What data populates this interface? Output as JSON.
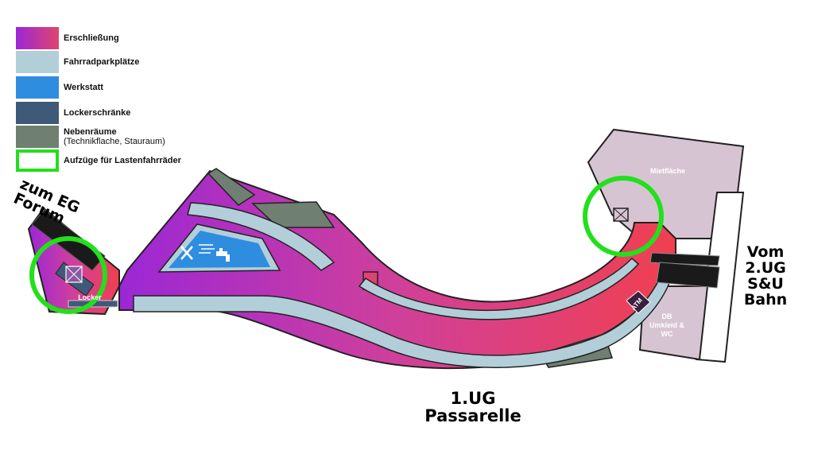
{
  "legend": {
    "items": [
      {
        "label": "Erschließung",
        "sub": ""
      },
      {
        "label": "Fahrradparkplätze",
        "sub": ""
      },
      {
        "label": "Werkstatt",
        "sub": ""
      },
      {
        "label": "Lockerschränke",
        "sub": ""
      },
      {
        "label": "Nebenräume",
        "sub": "(Technikflache, Stauraum)"
      },
      {
        "label": "Aufzüge für Lastenfahrräder",
        "sub": ""
      }
    ]
  },
  "colors": {
    "erschliessung_start": "#9b27d6",
    "erschliessung_end": "#e0446e",
    "fahrrad": "#b2cfd9",
    "werkstatt": "#2f8de0",
    "locker": "#3f5a78",
    "neben": "#6f7f72",
    "aufzug": "#22e01b",
    "mietflaeche": "#d7c4d2"
  },
  "labels": {
    "eg_line1": "zum EG",
    "eg_line2": "Forum",
    "vom_line1": "Vom",
    "vom_line2": "2.UG",
    "vom_line3": "S&U",
    "vom_line4": "Bahn",
    "ug_line1": "1.UG",
    "ug_line2": "Passarelle",
    "mietflaeche": "Mietfläche",
    "db_line1": "DB",
    "db_line2": "Umkleid &",
    "db_line3": "WC",
    "locker": "Locker",
    "atm": "ATM"
  },
  "icons": [
    "tools-icon",
    "air-pump-icon",
    "water-tap-icon",
    "elevator-icon"
  ]
}
